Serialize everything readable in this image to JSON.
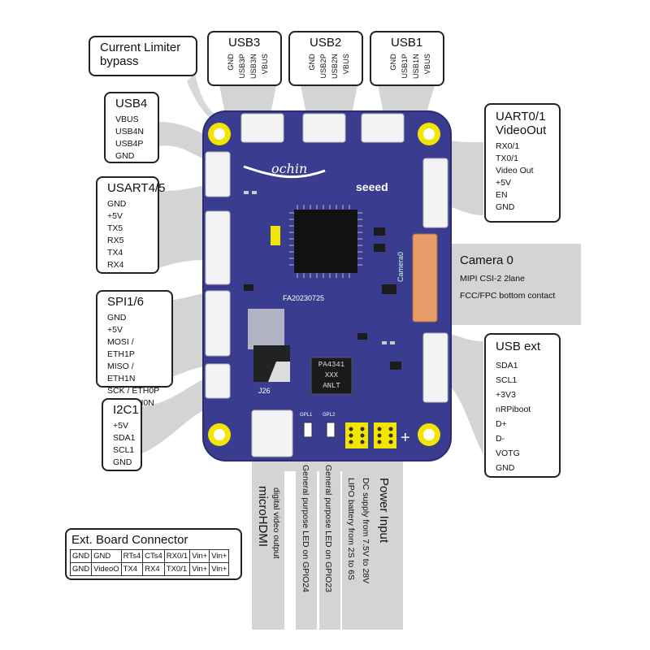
{
  "labels": {
    "current_limiter": {
      "title_line1": "Current Limiter",
      "title_line2": "bypass"
    },
    "usb3": {
      "title": "USB3",
      "pins": [
        "VBUS",
        "USB3N",
        "USB3P",
        "GND"
      ]
    },
    "usb2": {
      "title": "USB2",
      "pins": [
        "VBUS",
        "USB2N",
        "USB2P",
        "GND"
      ]
    },
    "usb1": {
      "title": "USB1",
      "pins": [
        "VBUS",
        "USB1N",
        "USB1P",
        "GND"
      ]
    },
    "usb4": {
      "title": "USB4",
      "pins": [
        "VBUS",
        "USB4N",
        "USB4P",
        "GND"
      ]
    },
    "usart45": {
      "title": "USART4/5",
      "pins": [
        "GND",
        "+5V",
        "TX5",
        "RX5",
        "TX4",
        "RX4"
      ]
    },
    "spi16": {
      "title": "SPI1/6",
      "pins": [
        "GND",
        "+5V",
        "MOSI / ETH1P",
        "MISO / ETH1N",
        "SCK / ETH0P",
        "CE / ETH0N"
      ]
    },
    "i2c1": {
      "title": "I2C1",
      "pins": [
        "+5V",
        "SDA1",
        "SCL1",
        "GND"
      ]
    },
    "uart01": {
      "title_line1": "UART0/1",
      "title_line2": "VideoOut",
      "pins": [
        "RX0/1",
        "TX0/1",
        "Video Out",
        "+5V",
        "EN",
        "GND"
      ]
    },
    "camera0": {
      "title": "Camera 0",
      "line1": "MIPI CSI-2 2lane",
      "line2": "FCC/FPC bottom contact"
    },
    "usbext": {
      "title": "USB ext",
      "pins": [
        "SDA1",
        "SCL1",
        "+3V3",
        "nRPiboot",
        "D+",
        "D-",
        "VOTG",
        "GND"
      ]
    },
    "microhdmi": {
      "title": "microHDMI",
      "sub": "digital video output"
    },
    "led24": {
      "text": "General purpose LED on GPIO24"
    },
    "led23": {
      "text": "General purpose LED on GPIO23"
    },
    "power": {
      "title": "Power Input",
      "line1": "DC supply from 7.5V to 28V",
      "line2": "LIPO battery from 2S to 6S"
    },
    "ext_board": {
      "title": "Ext. Board Connector",
      "row1": [
        "GND",
        "GND",
        "RTs4",
        "CTs4",
        "RX0/1",
        "Vin+",
        "Vin+"
      ],
      "row2": [
        "GND",
        "VideoO",
        "TX4",
        "RX4",
        "TX0/1",
        "Vin+",
        "Vin+"
      ]
    }
  },
  "board": {
    "brand_left": "ochin",
    "brand_right": "seeed",
    "code": "FA20230725",
    "chip_line1": "PA4341",
    "chip_line2": "XXX",
    "chip_line3": "ANLT",
    "j26": "J26",
    "camera_silk": "Camera0",
    "led1_silk": "GPL1",
    "led2_silk": "GPL2",
    "plus": "+"
  },
  "colors": {
    "board": "#3a3d8f",
    "ribbon": "#cfcfcf",
    "connector": "#f3f3f3",
    "fpc": "#e79c6a",
    "mount": "#f2e600"
  }
}
